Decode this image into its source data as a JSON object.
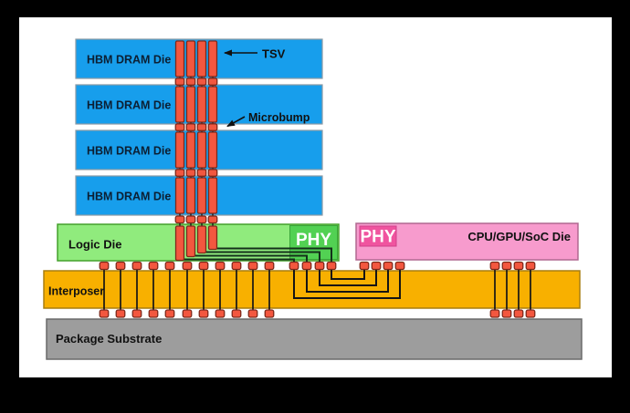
{
  "labels": {
    "hbm_dies": [
      "HBM DRAM Die",
      "HBM DRAM Die",
      "HBM DRAM Die",
      "HBM DRAM Die"
    ],
    "tsv": "TSV",
    "microbump": "Microbump",
    "logic_die": "Logic Die",
    "logic_phy": "PHY",
    "cpu_phy": "PHY",
    "cpu_die": "CPU/GPU/SoC Die",
    "interposer": "Interposer",
    "substrate": "Package Substrate"
  },
  "colors": {
    "frame_black": "#000000",
    "canvas_white": "#ffffff",
    "blue_die": "#179eec",
    "blue_die_border": "#8a9aa5",
    "logic_green": "#90eb7d",
    "logic_green_border": "#44a02c",
    "phy_green": "#52d153",
    "cpu_pink": "#f79bcd",
    "cpu_pink_border": "#b06890",
    "phy_pink": "#f0549f",
    "interposer_orange": "#f8b000",
    "interposer_border": "#a87e10",
    "substrate_gray": "#9d9d9d",
    "substrate_border": "#6a6a6a",
    "bump_red": "#f3573f",
    "bump_red_border": "#7e281a",
    "wire_black": "#151515"
  }
}
